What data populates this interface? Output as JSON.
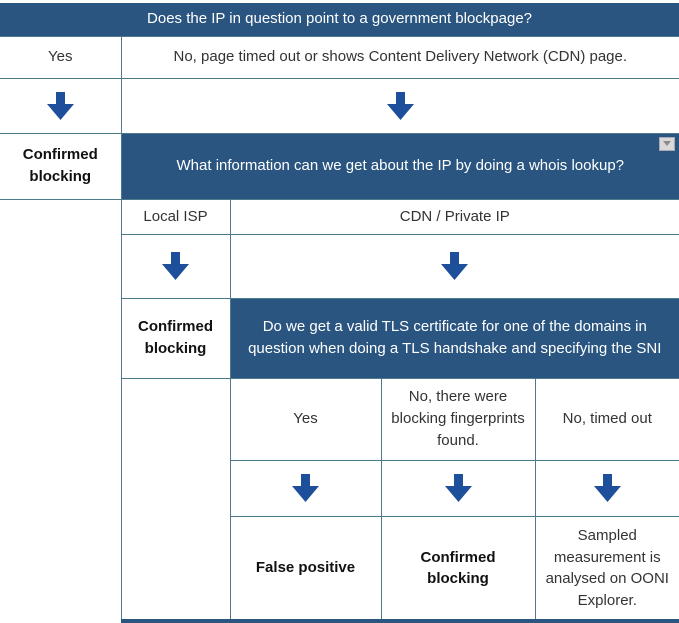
{
  "colors": {
    "header_bg": "#2a5580",
    "header_text": "#ffffff",
    "arrow": "#1e4f9b",
    "border": "#4e7b8c",
    "text": "#333333",
    "bold_text": "#111111",
    "icon_bg": "#d9d9d9",
    "icon_border": "#a9a9a9",
    "icon_glyph": "#8c8c8c"
  },
  "flowchart": {
    "q1": "Does the IP in question point to a government blockpage?",
    "a1_yes": "Yes",
    "a1_no": "No, page timed out or shows Content Delivery Network (CDN) page.",
    "outcome_confirmed_1": "Confirmed blocking",
    "q2": "What information can we get about the IP by doing a whois lookup?",
    "a2_local_isp": "Local ISP",
    "a2_cdn": "CDN / Private IP",
    "outcome_confirmed_2": "Confirmed blocking",
    "q3": "Do we get a valid TLS certificate for one of the domains in question when doing a TLS handshake and specifying the SNI",
    "a3_yes": "Yes",
    "a3_no_fingerprints": "No, there were blocking fingerprints found.",
    "a3_timeout": "No, timed out",
    "outcome_false_positive": "False positive",
    "outcome_confirmed_3": "Confirmed blocking",
    "outcome_sampled": "Sampled measurement is analysed on OONI Explorer."
  }
}
